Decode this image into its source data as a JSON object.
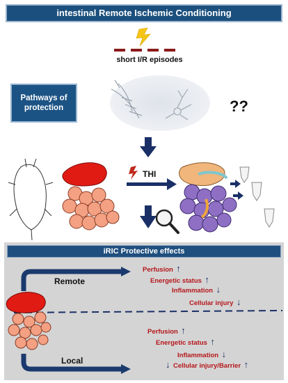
{
  "title": "intestinal Remote Ischemic Conditioning",
  "episodes_label": "short I/R episodes",
  "pathways_box": "Pathways of protection",
  "unknown_mark": "??",
  "thi_label": "THI",
  "effects": {
    "header": "iRIC Protective effects",
    "remote_label": "Remote",
    "local_label": "Local",
    "remote_items": [
      {
        "text": "Perfusion",
        "arrow": "↑"
      },
      {
        "text": "Energetic status",
        "arrow": "↑"
      },
      {
        "text": "Inflammation",
        "arrow": "↓"
      },
      {
        "text": "Cellular injury",
        "arrow": "↓"
      }
    ],
    "local_items": [
      {
        "text": "Perfusion",
        "arrow": "↑"
      },
      {
        "text": "Energetic status",
        "arrow": "↑"
      },
      {
        "text": "Inflammation",
        "arrow": "↓"
      },
      {
        "text": "Cellular injury/Barrier",
        "arrow_before": "↓",
        "arrow": "↑"
      }
    ]
  },
  "colors": {
    "navy": "#1b4f7d",
    "arrow": "#1a2f66",
    "effect_text": "#b5161b",
    "episode_dash": "#8b1a1a",
    "lightning": "#f5c518"
  }
}
